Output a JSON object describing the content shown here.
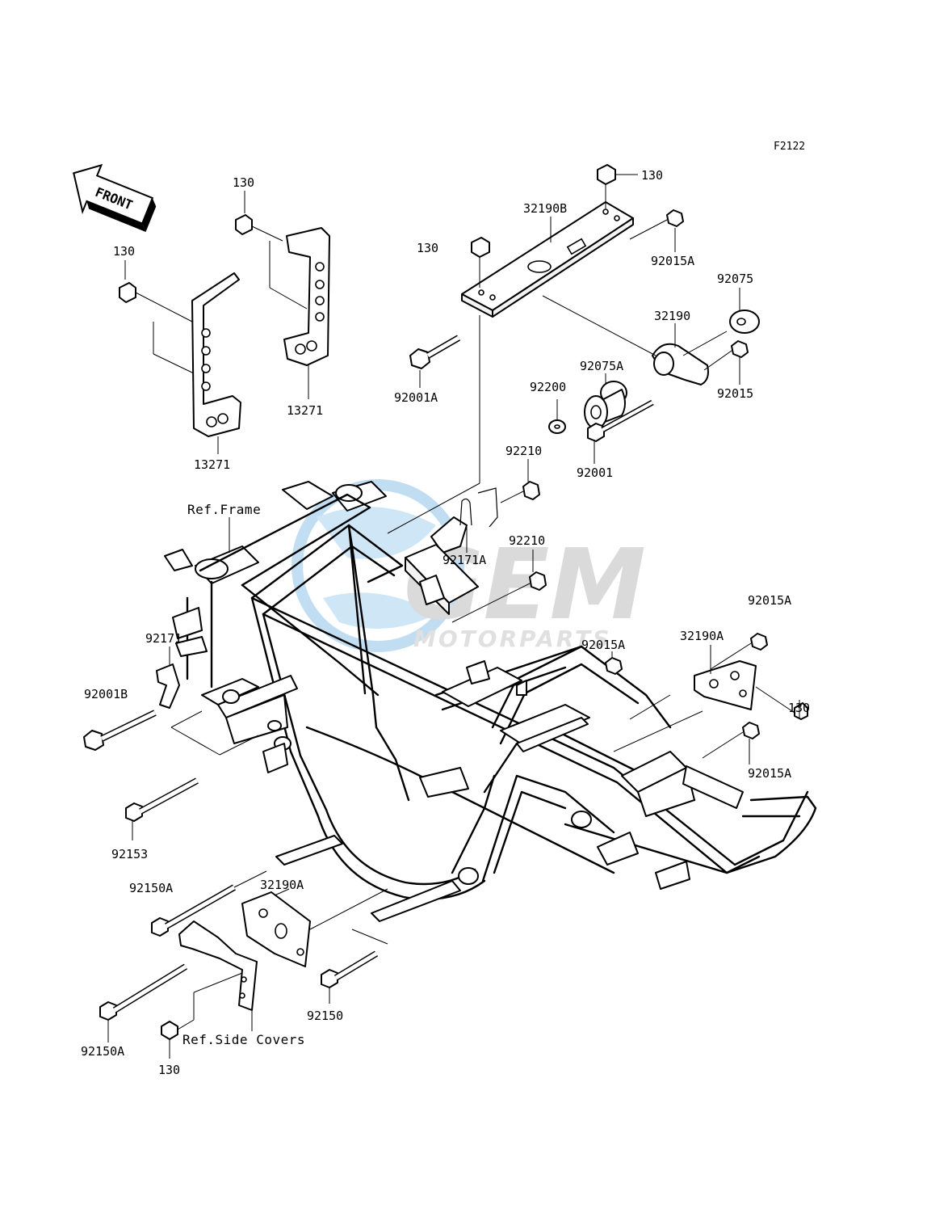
{
  "diagram_code": "F2122",
  "front_label": "FRONT",
  "watermark": {
    "brand": "GEM",
    "sub": "MOTORPARTS",
    "color": "#1e7fc4"
  },
  "references": {
    "frame": "Ref.Frame",
    "side_covers": "Ref.Side Covers"
  },
  "callouts": {
    "bolt_130_top_left": "130",
    "bolt_130_left_bracket": "130",
    "bracket_13271_left": "13271",
    "bracket_13271_right": "13271",
    "bolt_130_top_right": "130",
    "bolt_130_plate": "130",
    "plate_32190B": "32190B",
    "nut_92015A_top": "92015A",
    "bolt_92001A": "92001A",
    "washer_92075": "92075",
    "mount_32190": "32190",
    "nut_92015": "92015",
    "bushing_92075A": "92075A",
    "washer_92200": "92200",
    "bolt_92001": "92001",
    "nut_92210_a": "92210",
    "clip_92171A": "92171A",
    "nut_92210_b": "92210",
    "nut_92015A_right_top": "92015A",
    "nut_92015A_mid": "92015A",
    "bracket_32190A_right": "32190A",
    "bolt_130_right": "130",
    "nut_92015A_right_low": "92015A",
    "clip_92171": "92171",
    "bolt_92001B": "92001B",
    "bolt_92153": "92153",
    "bolt_92150A_top": "92150A",
    "bracket_32190A_left": "32190A",
    "bolt_92150": "92150",
    "bolt_92150A_low": "92150A",
    "bolt_130_bottom": "130"
  }
}
